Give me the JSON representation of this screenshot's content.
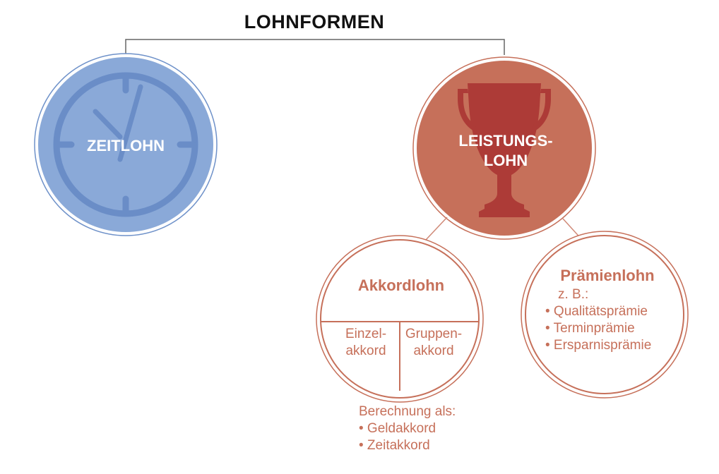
{
  "title": "LOHNFORMEN",
  "zeitlohn": {
    "label": "ZEITLOHN",
    "icon": "clock-icon",
    "color": "#8aa9d8"
  },
  "leistungslohn": {
    "line1": "LEISTUNGS-",
    "line2": "LOHN",
    "icon": "trophy-icon",
    "color": "#c6705a"
  },
  "akkordlohn": {
    "title": "Akkordlohn",
    "einzel": {
      "line1": "Einzel-",
      "line2": "akkord"
    },
    "gruppen": {
      "line1": "Gruppen-",
      "line2": "akkord"
    },
    "calc_heading": "Berechnung als:",
    "calc_items": [
      "• Geldakkord",
      "• Zeitakkord"
    ]
  },
  "praemienlohn": {
    "title": "Prämienlohn",
    "example": "z. B.:",
    "items": [
      "• Qualitätsprämie",
      "• Terminprämie",
      "• Ersparnisprämie"
    ]
  },
  "accent_color": "#c6705a"
}
